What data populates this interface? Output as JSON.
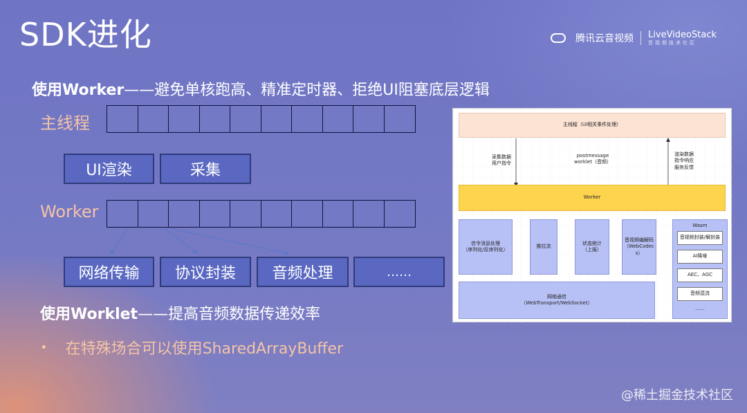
{
  "slide": {
    "title": "SDK进化",
    "logo_text_1": "腾讯云音视频",
    "logo_text_2": "LiveVideoStack",
    "logo_text_2_sub": "音视频技术社区",
    "heading1_bold": "使用Worker",
    "heading1_rest": "——避免单核跑高、精准定时器、拒绝UI阻塞底层逻辑",
    "heading2_bold": "使用Worklet",
    "heading2_rest": "——提高音频数据传递效率",
    "bullet_marker": "•",
    "bullet_text": "在特殊场合可以使用SharedArrayBuffer",
    "watermark": "@稀土掘金技术社区"
  },
  "lanes": {
    "main_label": "主线程",
    "worker_label": "Worker",
    "main_tasks": [
      "UI渲染",
      "采集"
    ],
    "worker_tasks": [
      "网络传输",
      "协议封装",
      "音频处理",
      "……"
    ]
  },
  "diagram": {
    "main_thread": "主线程（UI相关事件处理）",
    "down_label": "采集数据\n用户指令",
    "center_label": "postmessage\nworklet（音频）",
    "up_label": "渲染数据\n指令响应\n服务反馈",
    "worker": "Worker",
    "modules": [
      "信令消息处理\n（序列化/反序列化）",
      "推拉流",
      "状态统计\n（上报）",
      "音视频编解码\n（WebCodec\ns）"
    ],
    "network": "网络通信\n（WebTransport/WebSocket）",
    "wasm_title": "Wasm",
    "wasm_items": [
      "音视频封装/解封装",
      "AI降噪",
      "AEC、AGC",
      "音频混流"
    ],
    "wasm_more": "……"
  },
  "colors": {
    "accent_peach": "#f5c4a6",
    "main_thread_box": "#fde3d4",
    "worker_box": "#fdd44e",
    "module_box": "#b8c1f6",
    "task_box": "#5a68c2"
  }
}
